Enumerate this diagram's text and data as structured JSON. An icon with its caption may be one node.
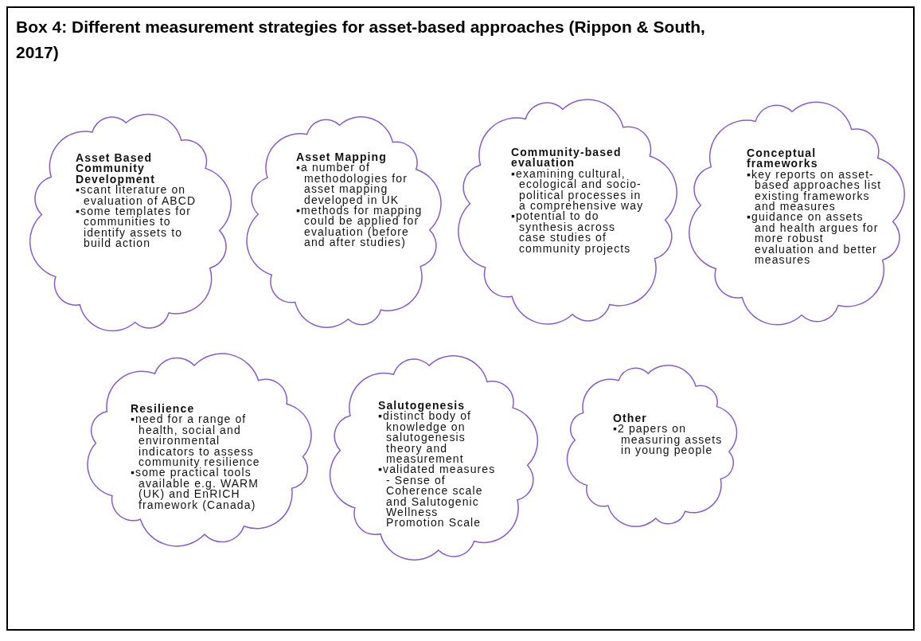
{
  "diagram": {
    "title": "Box 4: Different measurement strategies for asset-based approaches (Rippon & South, 2017)",
    "nodes": [
      {
        "text": [
          "Asset Based Community Development",
          "▪scant literature on evaluation of ABCD",
          "▪some templates for communities to identify assets to build action"
        ]
      },
      {
        "text": [
          "Asset Mapping",
          "▪a number of methodologies for asset mapping developed in UK",
          "▪methods for mapping could be applied for evaluation (before and after studies)"
        ]
      },
      {
        "text": [
          "Community-based evaluation",
          "▪examining cultural, ecological and socio-political processes in a comprehensive way",
          "▪potential to do synthesis across case studies of community projects"
        ]
      },
      {
        "text": [
          "Conceptual frameworks",
          "▪key reports on asset-based approaches list existing frameworks and measures",
          "▪guidance on assets and health argues for more robust evaluation and better measures"
        ]
      },
      {
        "text": [
          "Resilience",
          "▪need for a range of health, social and environmental indicators to assess community resilience",
          "▪some practical tools available e.g. WARM (UK) and EnRICH framework (Canada)"
        ]
      },
      {
        "text": [
          "Salutogenesis",
          "▪distinct body of knowledge on salutogenesis theory and measurement",
          "▪validated measures - Sense of Coherence scale and Salutogenic Wellness Promotion Scale"
        ]
      },
      {
        "text": [
          "Other",
          "▪2 papers on measuring assets in young people"
        ]
      }
    ]
  }
}
